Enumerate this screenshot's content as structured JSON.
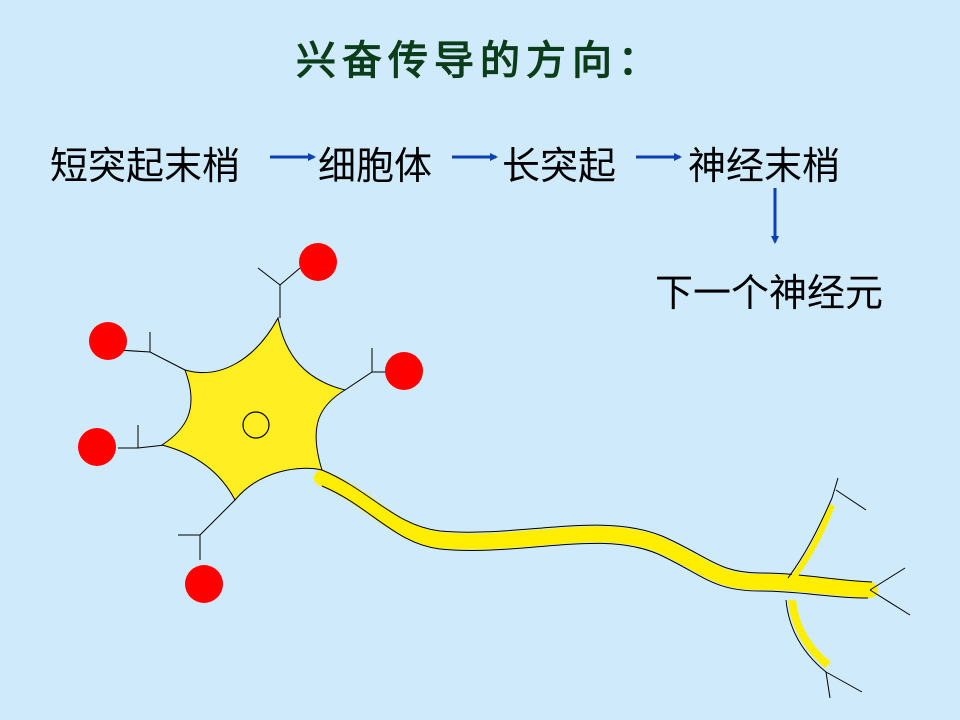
{
  "title": "兴奋传导的方向：",
  "flow": {
    "step1": "短突起末梢",
    "step2": "细胞体",
    "step3": "长突起",
    "step4": "神经末梢",
    "step5": "下一个神经元"
  },
  "colors": {
    "background": "#cfeafa",
    "title": "#0b3d1a",
    "arrow": "#0a3fb5",
    "neuron_body": "#ffee22",
    "axon": "#ffee00",
    "synapse_dot": "#ff0000",
    "outline": "#000000"
  },
  "icons": {
    "flow_arrow": "arrow-right-icon",
    "down_arrow": "arrow-down-icon",
    "nucleus": "circle-icon",
    "input_signal": "red-dot-icon"
  }
}
